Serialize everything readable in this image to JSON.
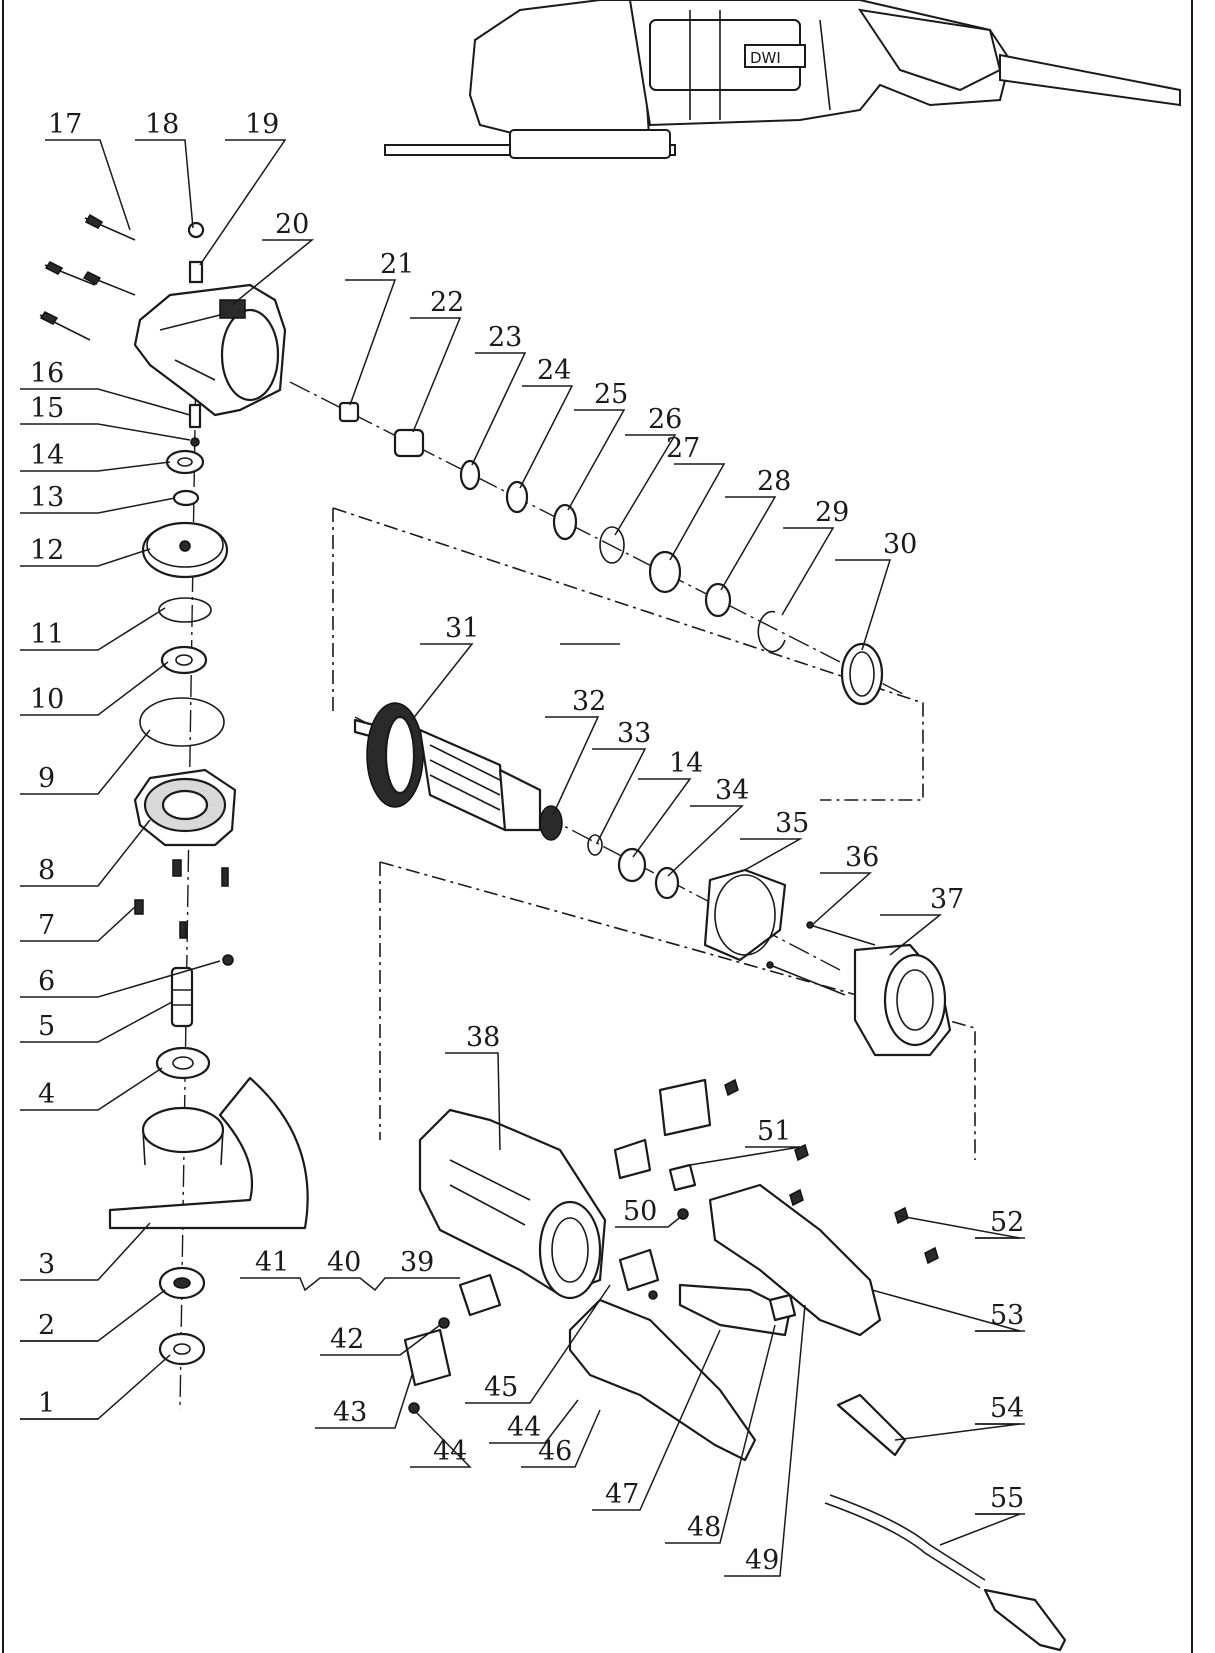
{
  "diagram": {
    "brand_mark": "DWI",
    "callouts": [
      "1",
      "2",
      "3",
      "4",
      "5",
      "6",
      "7",
      "8",
      "9",
      "10",
      "11",
      "12",
      "13",
      "14",
      "15",
      "16",
      "17",
      "18",
      "19",
      "20",
      "21",
      "22",
      "23",
      "24",
      "25",
      "26",
      "27",
      "28",
      "29",
      "30",
      "31",
      "32",
      "33",
      "14",
      "34",
      "35",
      "36",
      "37",
      "38",
      "39",
      "40",
      "41",
      "42",
      "43",
      "44",
      "44",
      "45",
      "46",
      "47",
      "48",
      "49",
      "50",
      "51",
      "52",
      "53",
      "54",
      "55"
    ]
  }
}
